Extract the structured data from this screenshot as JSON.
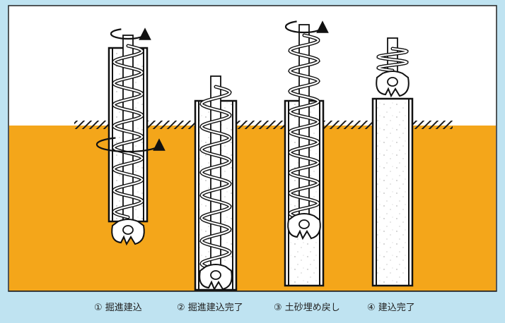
{
  "colors": {
    "frame": "#bfe3f1",
    "sky": "#ffffff",
    "ground": "#f4a61a",
    "hatch": "#1a1a1a",
    "pile_fill": "#ffffff",
    "pile_edge": "#111111",
    "auger": "#ffffff"
  },
  "steps": [
    {
      "label": "① 掘進建込",
      "state": "drilling-in",
      "rotation_arrows": 2
    },
    {
      "label": "② 掘進建込完了",
      "state": "installed",
      "rotation_arrows": 0
    },
    {
      "label": "③ 土砂埋め戻し",
      "state": "backfill-withdraw",
      "rotation_arrows": 1
    },
    {
      "label": "④ 建込完了",
      "state": "complete",
      "rotation_arrows": 0
    }
  ]
}
